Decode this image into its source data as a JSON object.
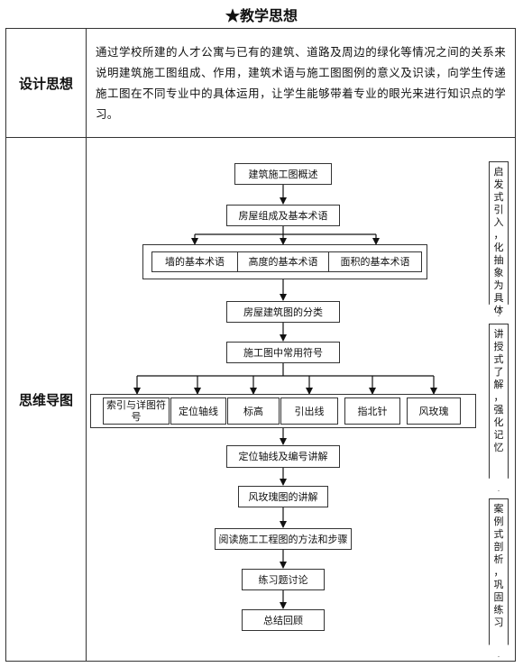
{
  "page_heading": "★教学思想",
  "design": {
    "label": "设计思想",
    "text": "通过学校所建的人才公寓与已有的建筑、道路及周边的绿化等情况之间的关系来说明建筑施工图组成、作用，建筑术语与施工图图例的意义及识读，向学生传递施工图在不同专业中的具体运用，让学生能够带着专业的眼光来进行知识点的学习。"
  },
  "mindmap": {
    "label": "思维导图",
    "steps": {
      "s1": "建筑施工图概述",
      "s2": "房屋组成及基本术语",
      "s3": "房屋建筑图的分类",
      "s4": "施工图中常用符号",
      "s5": "定位轴线及编号讲解",
      "s6": "风玫瑰图的讲解",
      "s7": "阅读施工工程图的方法和步骤",
      "s8": "练习题讨论",
      "s9": "总结回顾"
    },
    "terms": [
      "墙的基本术语",
      "高度的基本术语",
      "面积的基本术语"
    ],
    "symbols": [
      "索引与详图符号",
      "定位轴线",
      "标高",
      "引出线",
      "指北针",
      "风玫瑰"
    ],
    "side_notes": [
      "启发式引入，化抽象为具体",
      "讲授式了解，强化记忆",
      "案例式剖析，巩固练习"
    ]
  }
}
